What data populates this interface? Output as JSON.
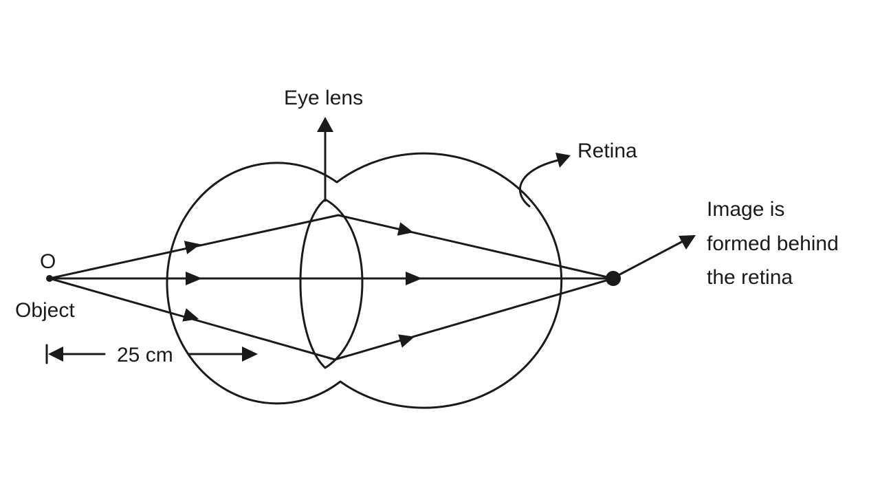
{
  "labels": {
    "object_point": "O",
    "object": "Object",
    "distance": "25 cm",
    "eye_lens": "Eye lens",
    "retina": "Retina",
    "image_line1": "Image is",
    "image_line2": "formed behind",
    "image_line3": "the retina"
  },
  "colors": {
    "ink": "#1a1a1a",
    "background": "#ffffff"
  }
}
